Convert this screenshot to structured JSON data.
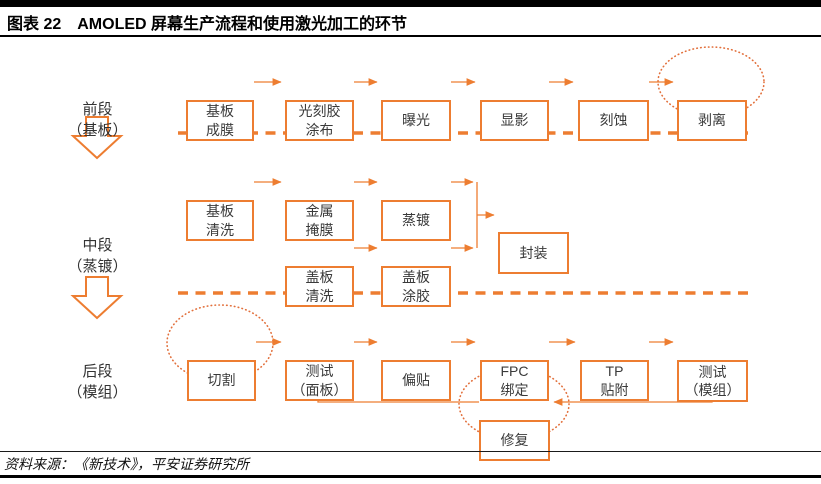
{
  "header": {
    "fig_label": "图表 22",
    "title": "AMOLED 屏幕生产流程和使用激光加工的环节"
  },
  "footer": {
    "source": "资料来源：《新技术》，平安证券研究所"
  },
  "colors": {
    "accent_orange": "#ED7D31",
    "ellipse_orange": "#E2703C",
    "box_text": "#3A3A3A",
    "black": "#000000"
  },
  "icons": {
    "stage_transition": "hollow-down-block-arrow",
    "laser_highlight": "dotted-ellipse"
  },
  "diagram": {
    "stages": [
      {
        "label": "前段\n（基板）"
      },
      {
        "label": "中段\n（蒸镀）"
      },
      {
        "label": "后段\n（模组）"
      }
    ],
    "front_boxes": [
      "基板\n成膜",
      "光刻胶\n涂布",
      "曝光",
      "显影",
      "刻蚀",
      "剥离"
    ],
    "middle_top_boxes": [
      "基板\n清洗",
      "金属\n掩膜",
      "蒸镀"
    ],
    "middle_bottom_boxes": [
      "盖板\n清洗",
      "盖板\n涂胶"
    ],
    "middle_merge_box": "封装",
    "back_boxes": [
      "切割",
      "测试\n（面板）",
      "偏贴",
      "FPC\n绑定",
      "TP\n贴附",
      "测试\n（模组）"
    ],
    "repair_box": "修复"
  }
}
